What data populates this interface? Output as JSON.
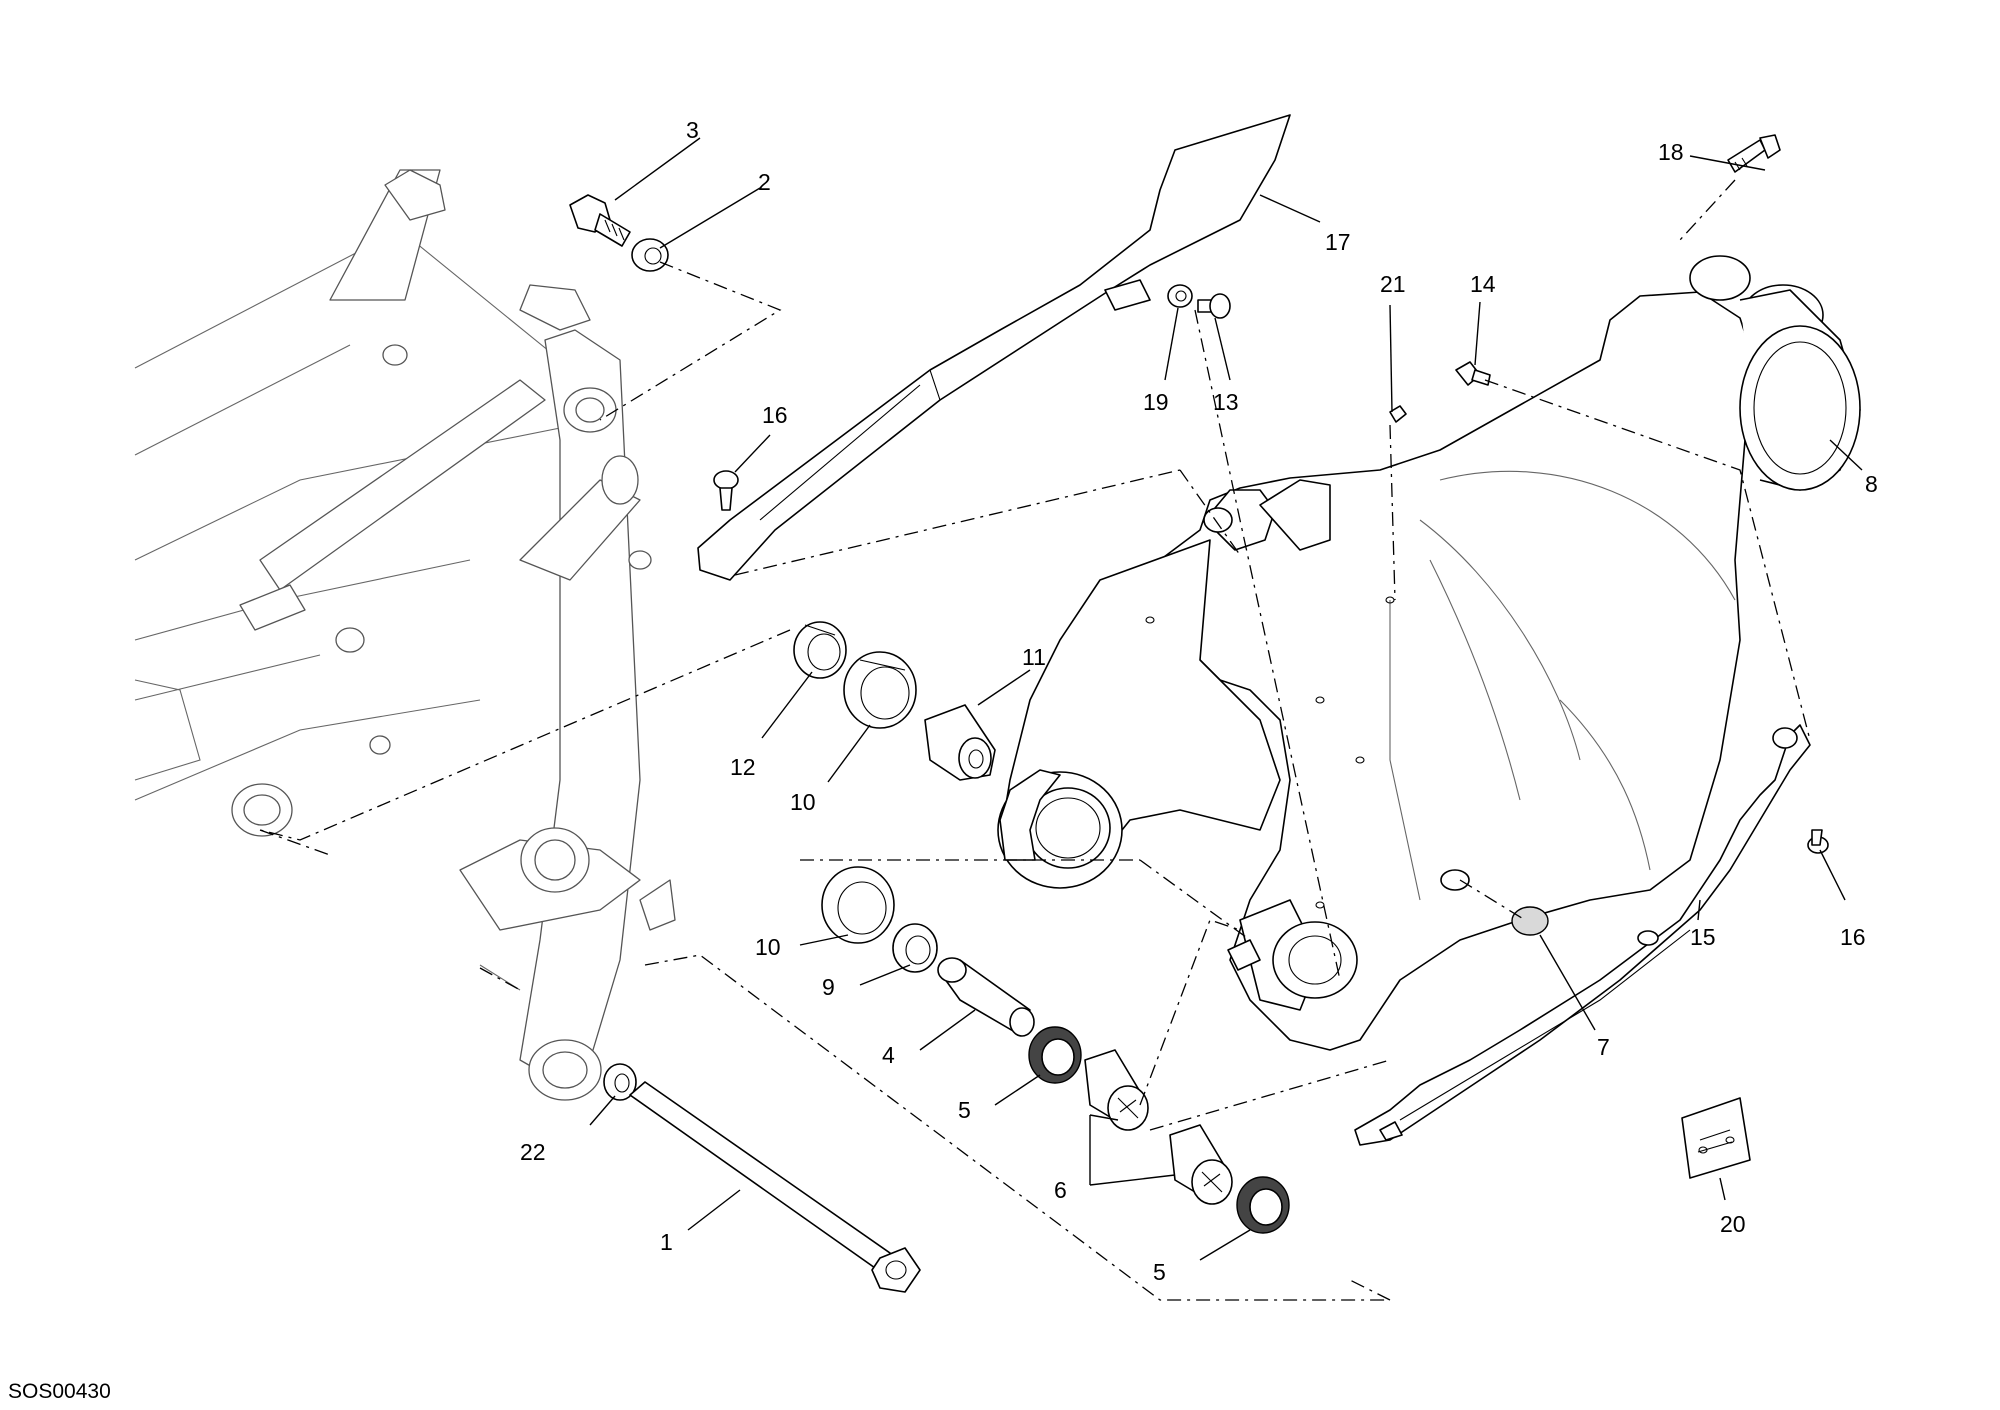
{
  "drawing_code": "SOS00430",
  "callouts": [
    {
      "label": "1"
    },
    {
      "label": "2"
    },
    {
      "label": "3"
    },
    {
      "label": "4"
    },
    {
      "label": "5"
    },
    {
      "label": "5"
    },
    {
      "label": "6"
    },
    {
      "label": "7"
    },
    {
      "label": "8"
    },
    {
      "label": "9"
    },
    {
      "label": "10"
    },
    {
      "label": "10"
    },
    {
      "label": "11"
    },
    {
      "label": "12"
    },
    {
      "label": "13"
    },
    {
      "label": "14"
    },
    {
      "label": "15"
    },
    {
      "label": "16"
    },
    {
      "label": "16"
    },
    {
      "label": "17"
    },
    {
      "label": "18"
    },
    {
      "label": "19"
    },
    {
      "label": "20"
    },
    {
      "label": "21"
    },
    {
      "label": "22"
    }
  ]
}
